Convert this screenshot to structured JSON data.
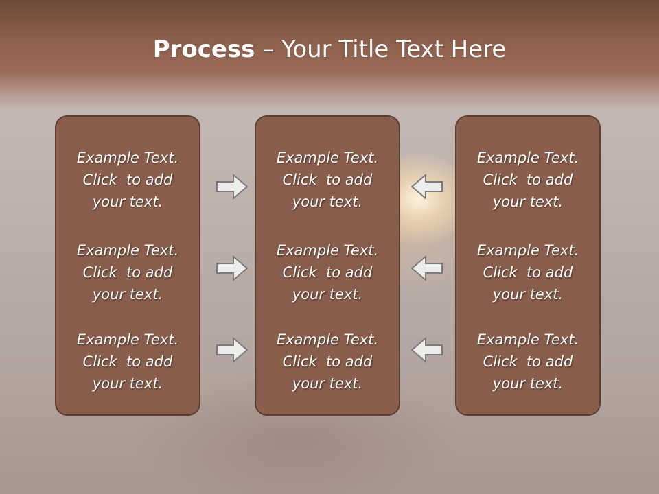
{
  "slide": {
    "title_bold": "Process",
    "title_rest": " – Your Title Text Here"
  },
  "columns": [
    {
      "items": [
        {
          "line1": "Example Text.",
          "line2": "Click  to add",
          "line3": "your text."
        },
        {
          "line1": "Example Text.",
          "line2": "Click  to add",
          "line3": "your text."
        },
        {
          "line1": "Example Text.",
          "line2": "Click  to add",
          "line3": "your text."
        }
      ]
    },
    {
      "items": [
        {
          "line1": "Example Text.",
          "line2": "Click  to add",
          "line3": "your text."
        },
        {
          "line1": "Example Text.",
          "line2": "Click  to add",
          "line3": "your text."
        },
        {
          "line1": "Example Text.",
          "line2": "Click  to add",
          "line3": "your text."
        }
      ]
    },
    {
      "items": [
        {
          "line1": "Example Text.",
          "line2": "Click  to add",
          "line3": "your text."
        },
        {
          "line1": "Example Text.",
          "line2": "Click  to add",
          "line3": "your text."
        },
        {
          "line1": "Example Text.",
          "line2": "Click  to add",
          "line3": "your text."
        }
      ]
    }
  ],
  "arrows": {
    "left_group": "arrow-right-icon",
    "right_group": "arrow-left-icon"
  },
  "colors": {
    "box_fill": "#8a5e4c",
    "box_border": "#5e3d30",
    "header": "#8c5f4b"
  }
}
